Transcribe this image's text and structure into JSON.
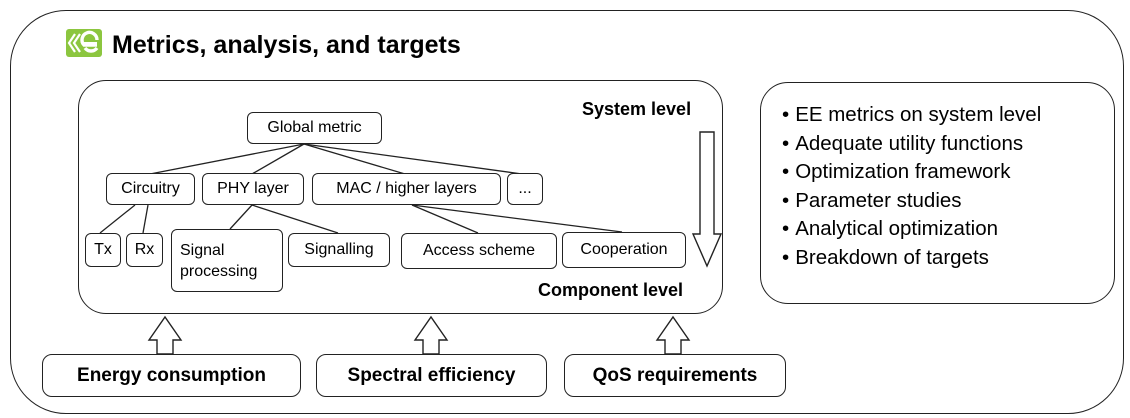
{
  "header": {
    "title": "Metrics, analysis, and targets",
    "logo_icon": "green-e-logo-icon"
  },
  "system_panel": {
    "top_label": "System level",
    "bottom_label": "Component level",
    "root": "Global metric",
    "level1": [
      "Circuitry",
      "PHY layer",
      "MAC / higher layers",
      "..."
    ],
    "level2": [
      "Tx",
      "Rx",
      "Signal processing",
      "Signalling",
      "Access scheme",
      "Cooperation"
    ]
  },
  "side_panel": {
    "bullets": [
      "EE metrics on system level",
      "Adequate utility functions",
      "Optimization framework",
      "Parameter studies",
      "Analytical optimization",
      "Breakdown of targets"
    ]
  },
  "inputs": [
    "Energy consumption",
    "Spectral efficiency",
    "QoS requirements"
  ],
  "colors": {
    "logo_green": "#8cc63f",
    "stroke": "#222222"
  }
}
